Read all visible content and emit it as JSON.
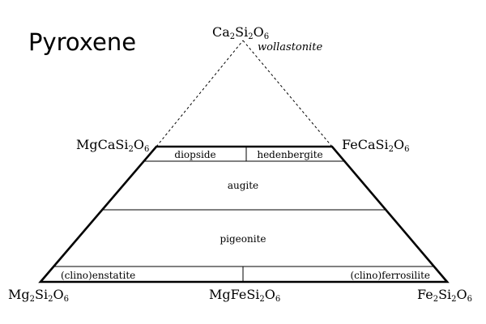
{
  "title": "Pyroxene",
  "apex": {
    "formula": {
      "p1": "Ca",
      "s1": "2",
      "p2": "Si",
      "s2": "2",
      "p3": "O",
      "s3": "6"
    },
    "mineral": "wollastonite"
  },
  "corners": {
    "top_left": {
      "p1": "MgCaSi",
      "s1": "2",
      "p2": "O",
      "s2": "6"
    },
    "top_right": {
      "p1": "FeCaSi",
      "s1": "2",
      "p2": "O",
      "s2": "6"
    },
    "bottom_left": {
      "p1": "Mg",
      "s1": "2",
      "p2": "Si",
      "s2": "2",
      "p3": "O",
      "s3": "6"
    },
    "bottom_mid": {
      "p1": "MgFeSi",
      "s1": "2",
      "p2": "O",
      "s2": "6"
    },
    "bottom_right": {
      "p1": "Fe",
      "s1": "2",
      "p2": "Si",
      "s2": "2",
      "p3": "O",
      "s3": "6"
    }
  },
  "regions": {
    "diopside": "diopside",
    "hedenbergite": "hedenbergite",
    "augite": "augite",
    "pigeonite": "pigeonite",
    "clinoenstatite": "(clino)enstatite",
    "clinoferrosilite": "(clino)ferrosilite"
  },
  "colors": {
    "line": "#000000",
    "background": "#ffffff"
  }
}
